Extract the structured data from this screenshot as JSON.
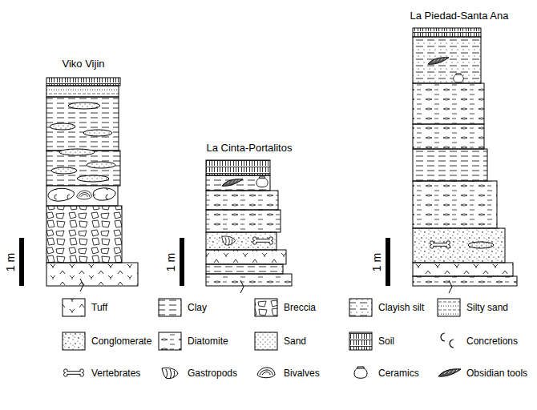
{
  "diagram": {
    "labels": [
      "Viko Vijin",
      "La Cinta-Portalitos",
      "La Piedad-Santa Ana",
      "1 m",
      "1 m",
      "1 m"
    ],
    "legend": [
      {
        "text": "Tuff"
      },
      {
        "text": "Clay"
      },
      {
        "text": "Breccia"
      },
      {
        "text": "Clayish silt"
      },
      {
        "text": "Silty sand"
      },
      {
        "text": "Conglomerate"
      },
      {
        "text": "Diatomite"
      },
      {
        "text": "Sand"
      },
      {
        "text": "Soil"
      },
      {
        "text": "Concretions"
      },
      {
        "text": "Vertebrates"
      },
      {
        "text": "Gastropods"
      },
      {
        "text": "Bivalves"
      },
      {
        "text": "Ceramics"
      },
      {
        "text": "Obsidian tools"
      }
    ]
  }
}
